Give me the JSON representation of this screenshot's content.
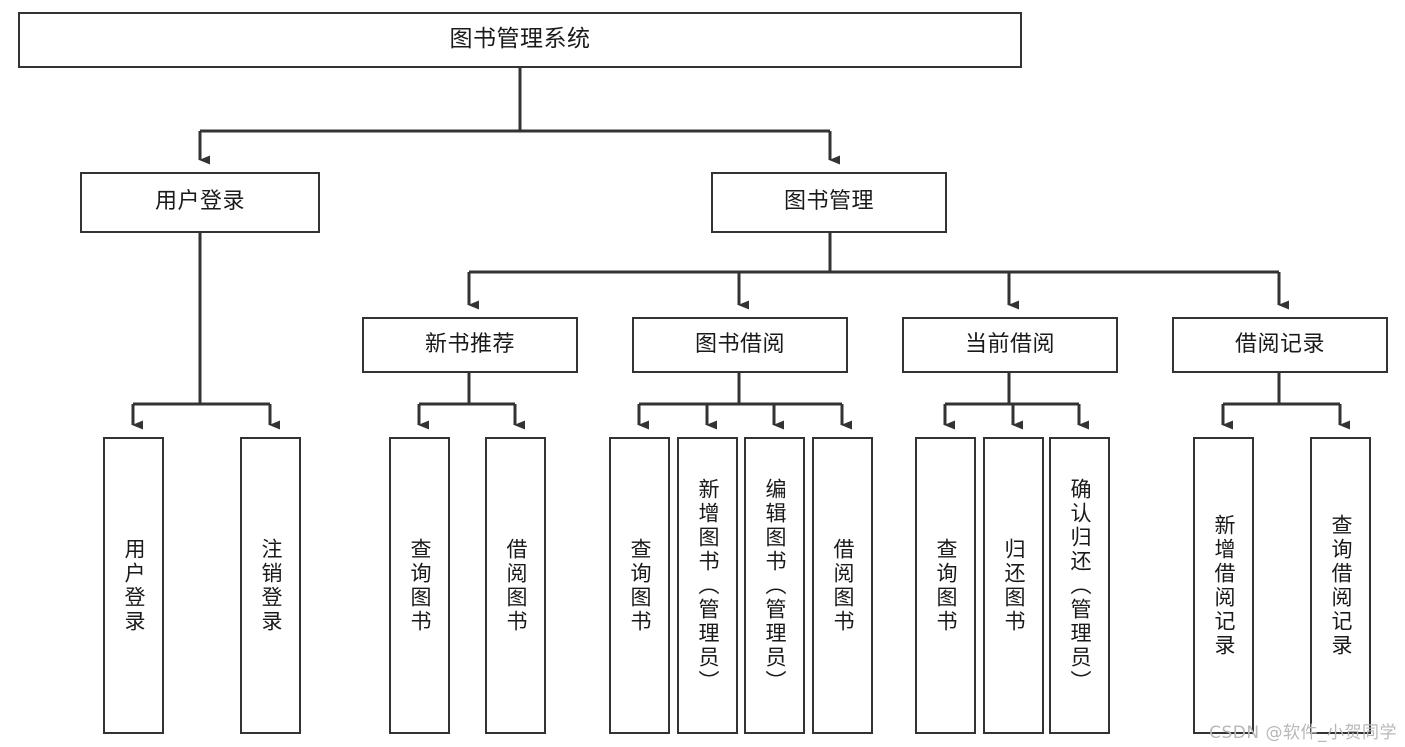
{
  "diagram": {
    "title": "图书管理系统",
    "type": "tree-structure-chart",
    "watermark": "CSDN @软件_小贺同学",
    "colors": {
      "box_border": "#333333",
      "box_fill": "#ffffff",
      "connector": "#333333",
      "text": "#1a1a1a",
      "watermark": "#b8b8b8"
    },
    "root": {
      "label": "图书管理系统"
    },
    "level2": [
      {
        "label": "用户登录"
      },
      {
        "label": "图书管理"
      }
    ],
    "level3": [
      {
        "label": "新书推荐"
      },
      {
        "label": "图书借阅"
      },
      {
        "label": "当前借阅"
      },
      {
        "label": "借阅记录"
      }
    ],
    "leaves": {
      "user_login": [
        {
          "label": "用户登录"
        },
        {
          "label": "注销登录"
        }
      ],
      "new_book": [
        {
          "label": "查询图书"
        },
        {
          "label": "借阅图书"
        }
      ],
      "book_borrow": [
        {
          "label": "查询图书"
        },
        {
          "label": "新增图书（管理员）"
        },
        {
          "label": "编辑图书（管理员）"
        },
        {
          "label": "借阅图书"
        }
      ],
      "current_borrow": [
        {
          "label": "查询图书"
        },
        {
          "label": "归还图书"
        },
        {
          "label": "确认归还（管理员）"
        }
      ],
      "borrow_record": [
        {
          "label": "新增借阅记录"
        },
        {
          "label": "查询借阅记录"
        }
      ]
    }
  }
}
